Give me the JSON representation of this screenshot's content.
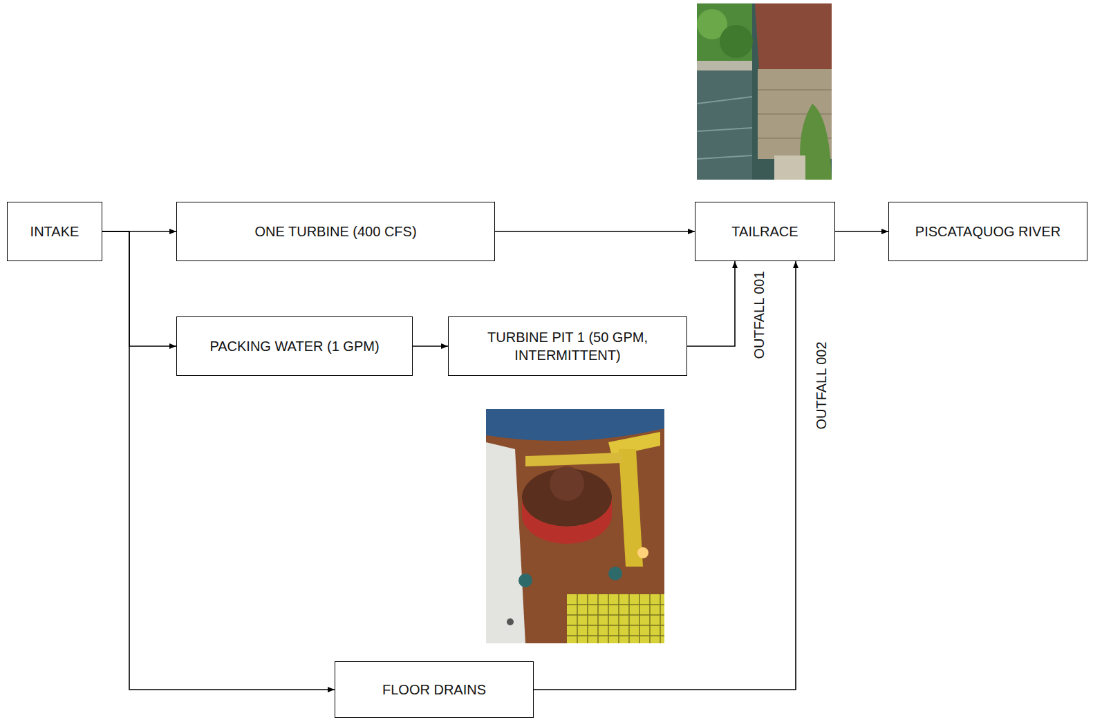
{
  "diagram": {
    "nodes": [
      {
        "text": [
          "INTAKE"
        ]
      },
      {
        "text": [
          "ONE TURBINE (400 CFS)"
        ]
      },
      {
        "text": [
          "TAILRACE"
        ]
      },
      {
        "text": [
          "PISCATAQUOG RIVER"
        ]
      },
      {
        "text": [
          "PACKING WATER (1 GPM)"
        ]
      },
      {
        "text": [
          "TURBINE PIT 1 (50 GPM, INTERMITTENT)"
        ]
      },
      {
        "text": [
          "FLOOR DRAINS"
        ]
      }
    ],
    "edges": [
      {
        "from": 0,
        "to": 1,
        "arrow": "to"
      },
      {
        "from": 0,
        "to": 4,
        "arrow": "to"
      },
      {
        "from": 0,
        "to": 6,
        "arrow": "to"
      },
      {
        "from": 1,
        "to": 2,
        "arrow": "to"
      },
      {
        "from": 4,
        "to": 5,
        "arrow": "to"
      },
      {
        "from": 5,
        "to": 2,
        "label": "OUTFALL 001",
        "arrow": "to"
      },
      {
        "from": 6,
        "to": 2,
        "label": "OUTFALL 002",
        "arrow": "to"
      },
      {
        "from": 2,
        "to": 3,
        "arrow": "to"
      }
    ]
  }
}
